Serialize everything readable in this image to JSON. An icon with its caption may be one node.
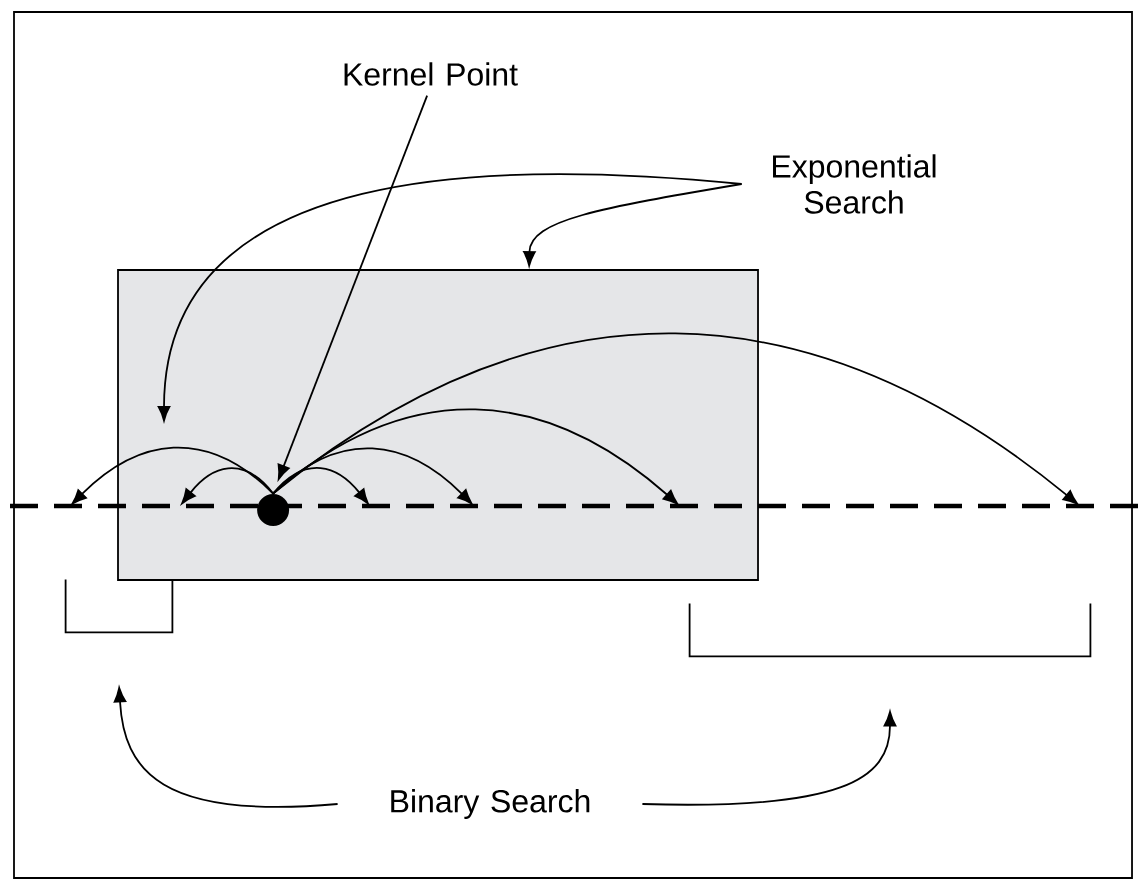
{
  "diagram": {
    "nodes": [
      {
        "text": [
          "Kernel Point"
        ]
      },
      {
        "text": [
          "Exponential Search"
        ]
      },
      {
        "text": [],
        "shape": "box"
      },
      {
        "text": [],
        "shape": "circle",
        "in": 2
      },
      {
        "text": [],
        "shape": "bracket"
      },
      {
        "text": [],
        "shape": "bracket"
      },
      {
        "text": [
          "Binary Search"
        ]
      }
    ],
    "edges": [
      {
        "from": 0,
        "to": 3,
        "arrow": "to"
      },
      {
        "from": 1,
        "to": 2,
        "arrow": "to"
      },
      {
        "from": 1,
        "to": null,
        "arrow": "to"
      },
      {
        "from": 3,
        "to": null,
        "arrow": "to"
      },
      {
        "from": 3,
        "to": null,
        "arrow": "to"
      },
      {
        "from": 3,
        "to": null,
        "arrow": "to"
      },
      {
        "from": 3,
        "to": null,
        "arrow": "to"
      },
      {
        "from": 3,
        "to": null,
        "arrow": "to"
      },
      {
        "from": 3,
        "to": null,
        "arrow": "to"
      },
      {
        "from": 6,
        "to": 4,
        "arrow": "to"
      },
      {
        "from": 6,
        "to": 5,
        "arrow": "to"
      }
    ]
  }
}
